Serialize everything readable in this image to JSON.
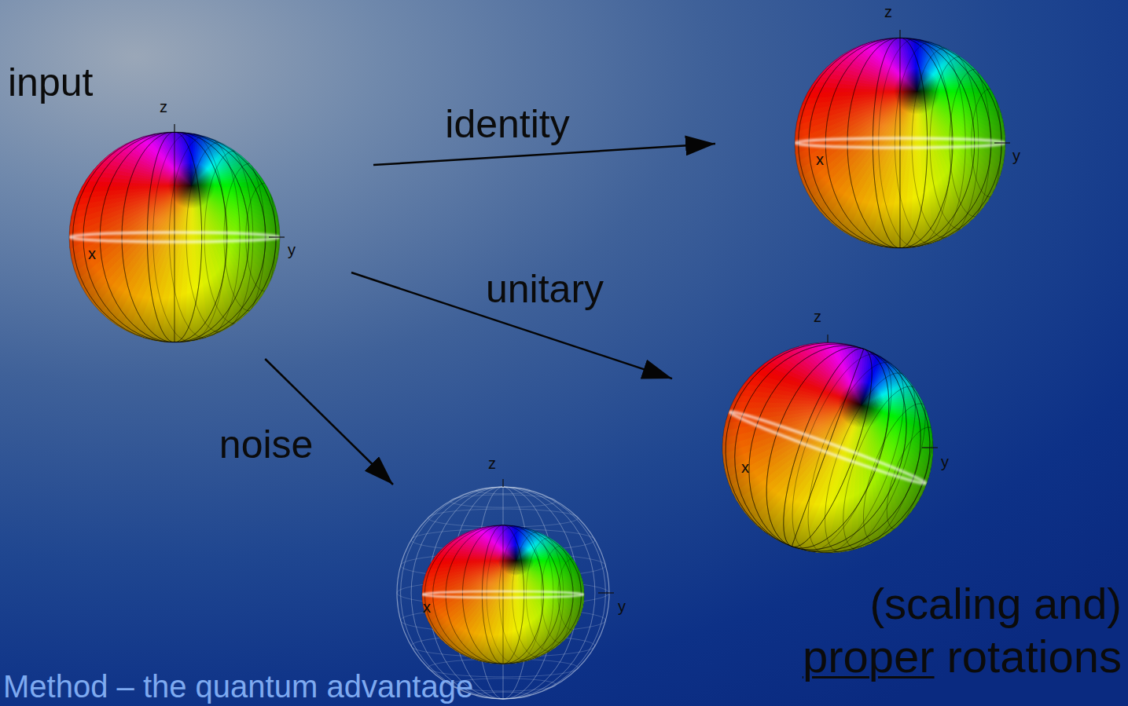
{
  "diagram": {
    "nodes": [
      {
        "text": [
          "input",
          "z",
          "x",
          "y"
        ]
      },
      {
        "text": [
          "z",
          "x",
          "y"
        ]
      },
      {
        "text": [
          "z",
          "x",
          "y"
        ]
      },
      {
        "text": [
          "z",
          "x",
          "y"
        ]
      }
    ],
    "edges": [
      {
        "from": 0,
        "to": 1,
        "arrow": "to",
        "label": "identity"
      },
      {
        "from": 0,
        "to": 2,
        "arrow": "to",
        "label": "unitary"
      },
      {
        "from": 0,
        "to": 3,
        "arrow": "to",
        "label": "noise"
      }
    ],
    "labels": [
      "(scaling and)",
      "proper",
      "rotations",
      "Method – the quantum advantage"
    ]
  }
}
